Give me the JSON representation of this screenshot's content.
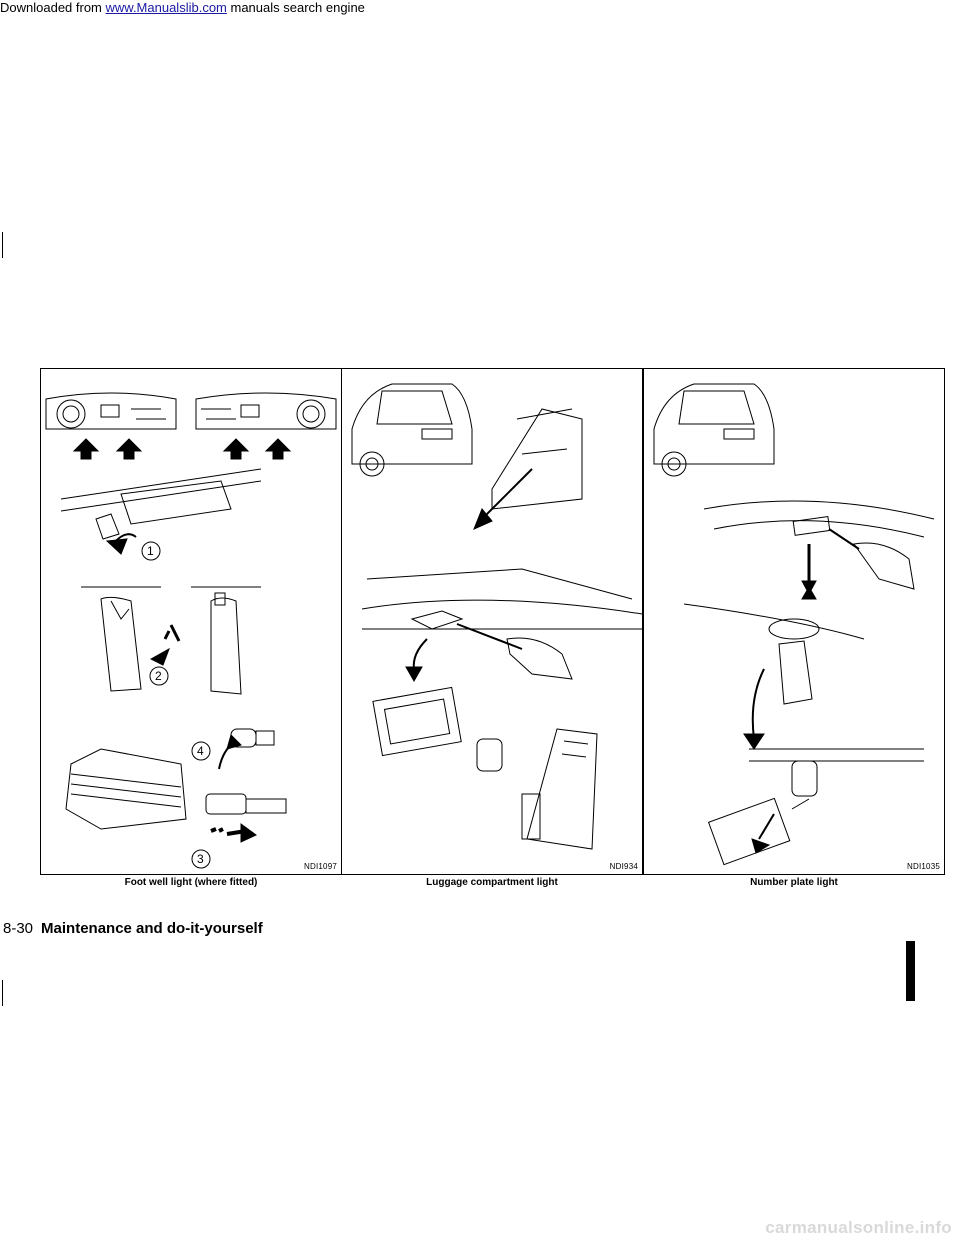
{
  "header": {
    "prefix": "Downloaded from ",
    "link": "www.Manualslib.com",
    "suffix": " manuals search engine"
  },
  "panels": [
    {
      "code": "NDI1097",
      "caption": "Foot well light (where fitted)",
      "steps": [
        "1",
        "2",
        "3",
        "4"
      ]
    },
    {
      "code": "NDI934",
      "caption": "Luggage compartment light"
    },
    {
      "code": "NDI1035",
      "caption": "Number plate light"
    }
  ],
  "footer": {
    "page": "8-30",
    "section": "Maintenance and do-it-yourself"
  },
  "watermark": "carmanualsonline.info",
  "colors": {
    "link": "#1a1aa6",
    "line": "#000000",
    "arrow_fill": "#000000"
  }
}
